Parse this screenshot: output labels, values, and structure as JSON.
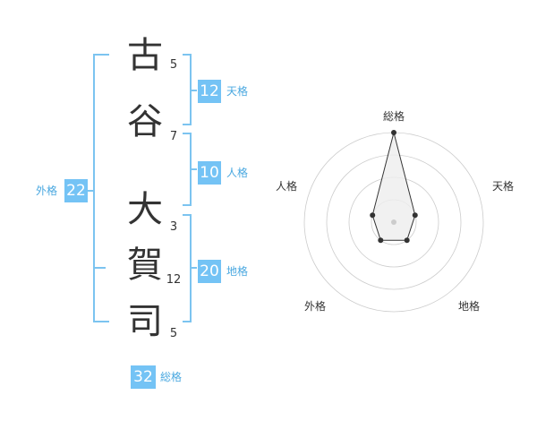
{
  "name": {
    "chars": [
      {
        "char": "古",
        "strokes": "5"
      },
      {
        "char": "谷",
        "strokes": "7"
      },
      {
        "char": "大",
        "strokes": "3"
      },
      {
        "char": "賀",
        "strokes": "12"
      },
      {
        "char": "司",
        "strokes": "5"
      }
    ]
  },
  "kaku": {
    "tenkaku": {
      "value": "12",
      "label": "天格"
    },
    "jinkaku": {
      "value": "10",
      "label": "人格"
    },
    "chikaku": {
      "value": "20",
      "label": "地格"
    },
    "gaikaku": {
      "value": "22",
      "label": "外格"
    },
    "soukaku": {
      "value": "32",
      "label": "総格"
    }
  },
  "colors": {
    "accent": "#74c3f5",
    "bracket": "#7cc4f0",
    "text": "#333333"
  },
  "chart_data": {
    "type": "radar",
    "axes": [
      "総格",
      "天格",
      "地格",
      "外格",
      "人格"
    ],
    "values": [
      4,
      1,
      1,
      1,
      1
    ],
    "max": 4,
    "rings": 4
  }
}
